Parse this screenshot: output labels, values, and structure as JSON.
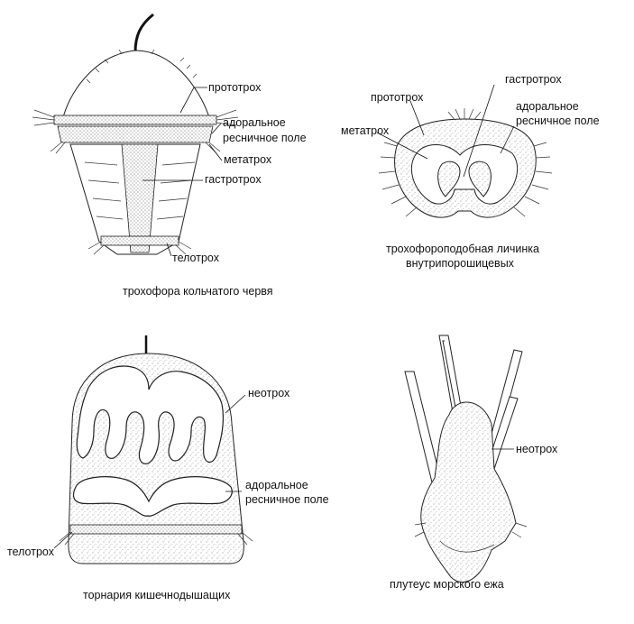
{
  "panels": {
    "trochophore": {
      "caption": "трохофора кольчатого червя",
      "labels": {
        "prototroch": "прототрох",
        "adoral_1": "адоральное",
        "adoral_2": "ресничное поле",
        "metatroch": "метатрох",
        "gastrotroch": "гастротрох",
        "telotroch": "телотрох"
      }
    },
    "entoproct": {
      "caption_1": "трохофороподобная личинка",
      "caption_2": "внутрипорошицевых",
      "labels": {
        "gastrotroch": "гастротрох",
        "prototroch": "прототрох",
        "adoral_1": "адоральное",
        "adoral_2": "ресничное поле",
        "metatroch": "метатрох"
      }
    },
    "tornaria": {
      "caption": "торнария кишечнодышащих",
      "labels": {
        "neotroch": "неотрох",
        "adoral_1": "адоральное",
        "adoral_2": "ресничное поле",
        "telotroch": "телотрох"
      }
    },
    "pluteus": {
      "caption": "плутеус морского ежа",
      "labels": {
        "neotroch": "неотрох"
      }
    }
  }
}
